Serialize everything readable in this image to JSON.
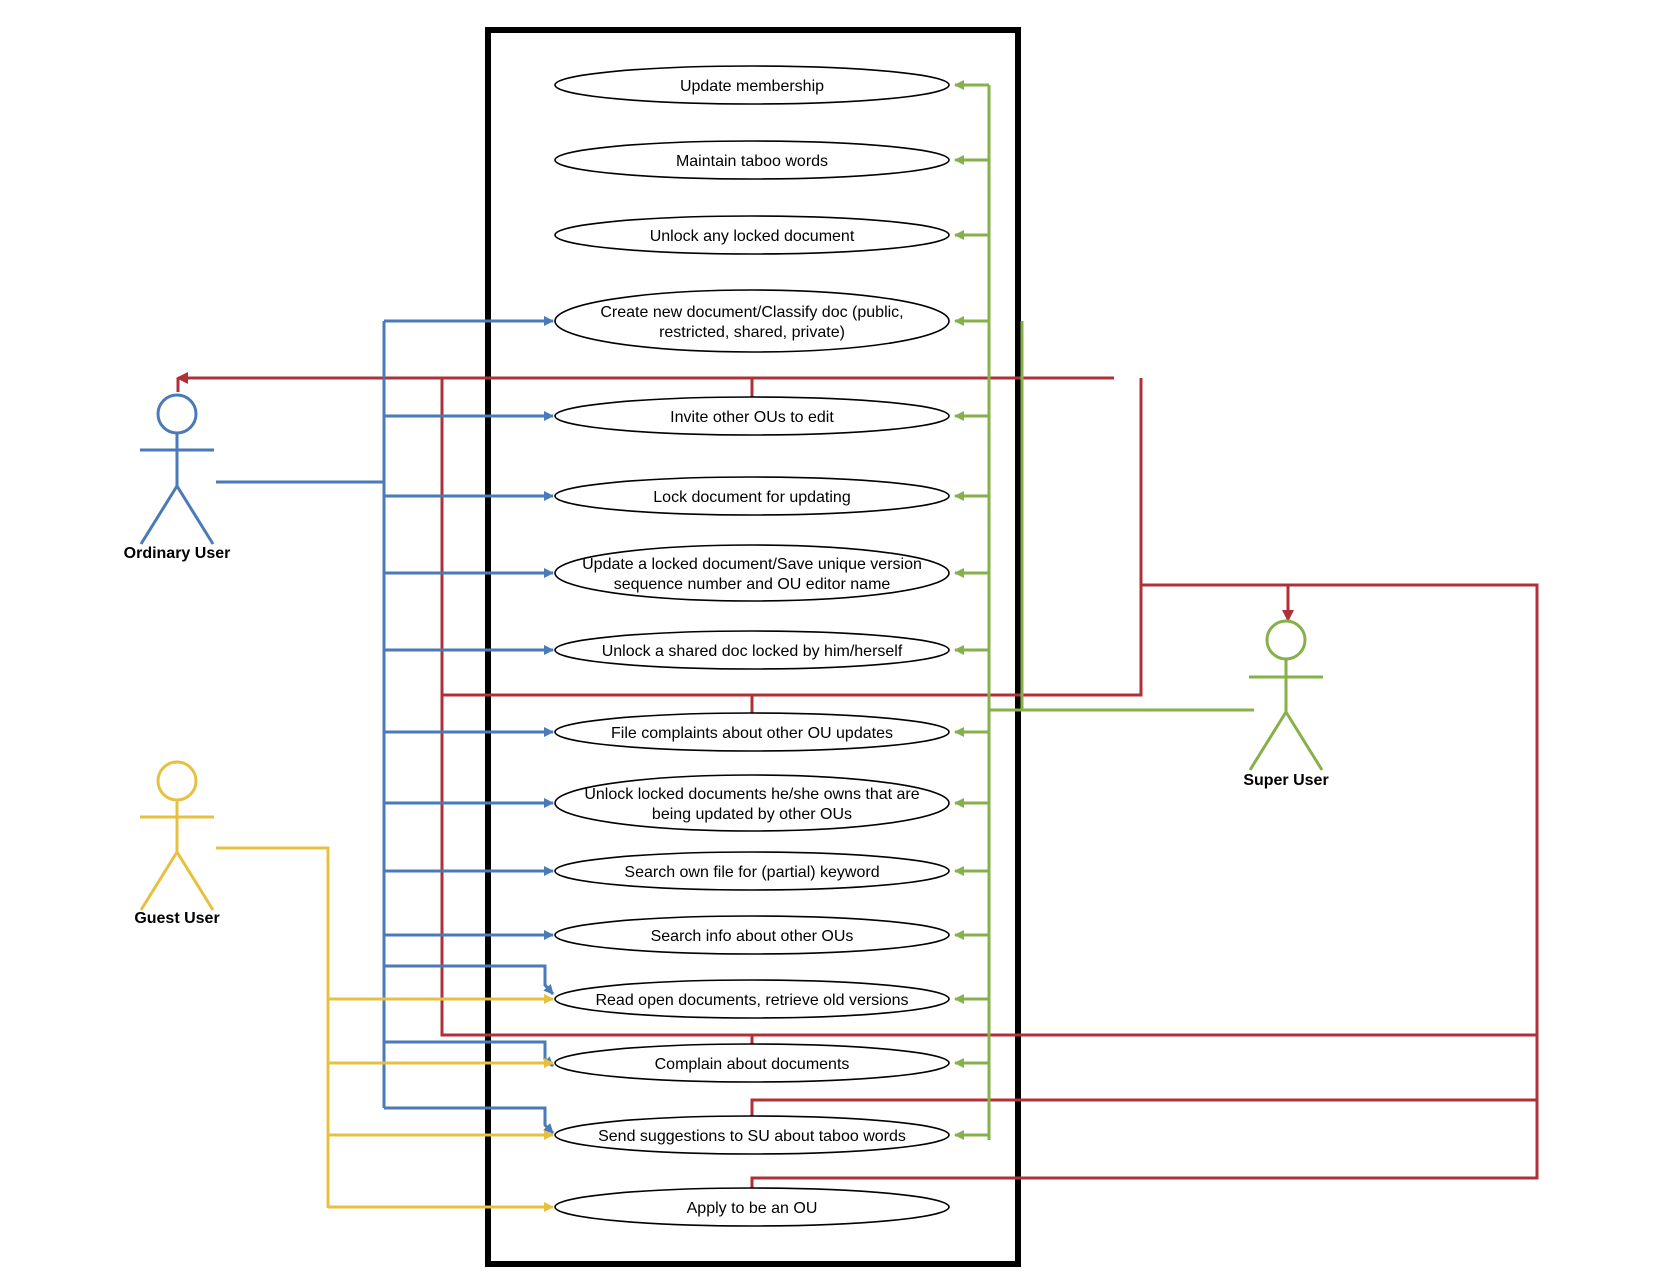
{
  "actors": {
    "ordinary": {
      "label": "Ordinary User",
      "color": "#4a7ab8"
    },
    "guest": {
      "label": "Guest User",
      "color": "#e8c040"
    },
    "super": {
      "label": "Super User",
      "color": "#86b04a"
    }
  },
  "colors": {
    "red_links": "#b0303a",
    "boundary": "#000000"
  },
  "use_cases": [
    {
      "id": "update_membership",
      "lines": [
        "Update membership"
      ]
    },
    {
      "id": "maintain_taboo",
      "lines": [
        "Maintain taboo words"
      ]
    },
    {
      "id": "unlock_any",
      "lines": [
        "Unlock any locked document"
      ]
    },
    {
      "id": "create_doc",
      "lines": [
        "Create new document/Classify doc (public,",
        "restricted, shared, private)"
      ]
    },
    {
      "id": "invite_ous",
      "lines": [
        "Invite other OUs to edit"
      ]
    },
    {
      "id": "lock_doc",
      "lines": [
        "Lock document for updating"
      ]
    },
    {
      "id": "update_locked",
      "lines": [
        "Update a locked document/Save unique version",
        "sequence number and OU editor name"
      ]
    },
    {
      "id": "unlock_shared",
      "lines": [
        "Unlock a shared doc locked by him/herself"
      ]
    },
    {
      "id": "file_complaints",
      "lines": [
        "File complaints about other OU updates"
      ]
    },
    {
      "id": "unlock_owned",
      "lines": [
        "Unlock locked documents he/she owns that are",
        "being updated by other OUs"
      ]
    },
    {
      "id": "search_own",
      "lines": [
        "Search own file for (partial) keyword"
      ]
    },
    {
      "id": "search_info",
      "lines": [
        "Search info about other OUs"
      ]
    },
    {
      "id": "read_open",
      "lines": [
        "Read open documents, retrieve old versions"
      ]
    },
    {
      "id": "complain_docs",
      "lines": [
        "Complain about documents"
      ]
    },
    {
      "id": "send_suggestions",
      "lines": [
        "Send suggestions to SU about taboo words"
      ]
    },
    {
      "id": "apply_ou",
      "lines": [
        "Apply to be an OU"
      ]
    }
  ]
}
